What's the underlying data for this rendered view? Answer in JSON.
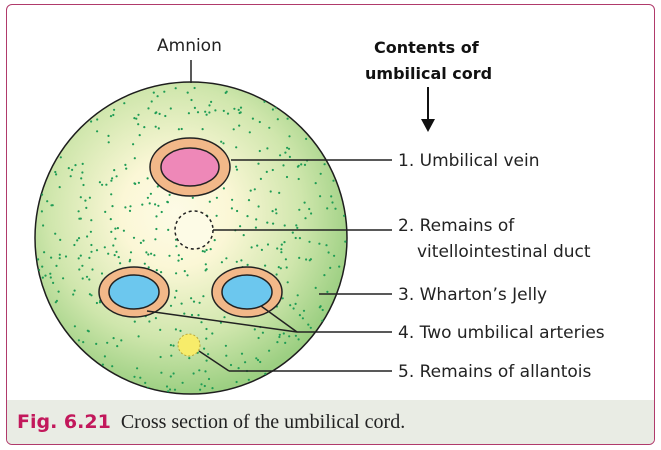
{
  "diagram": {
    "top_label": "Amnion",
    "header_line1": "Contents of",
    "header_line2": "umbilical cord",
    "labels": [
      "1. Umbilical vein",
      "2. Remains of",
      "vitellointestinal duct",
      "3. Wharton’s Jelly",
      "4. Two umbilical arteries",
      "5. Remains of allantois"
    ]
  },
  "caption": {
    "fig_number": "Fig. 6.21",
    "text": "Cross section of the umbilical cord."
  },
  "colors": {
    "border": "#b03a6b",
    "amnion_outer": "#9ccf82",
    "jelly_center": "#fdfbe6",
    "dots": "#1f9c55",
    "vein_fill": "#ee88b8",
    "vessel_ring": "#f2b889",
    "artery_fill": "#6cc7ee",
    "allantois": "#f7ec6a",
    "caption_bar": "#e9ece4",
    "fig_number": "#c2185b"
  }
}
